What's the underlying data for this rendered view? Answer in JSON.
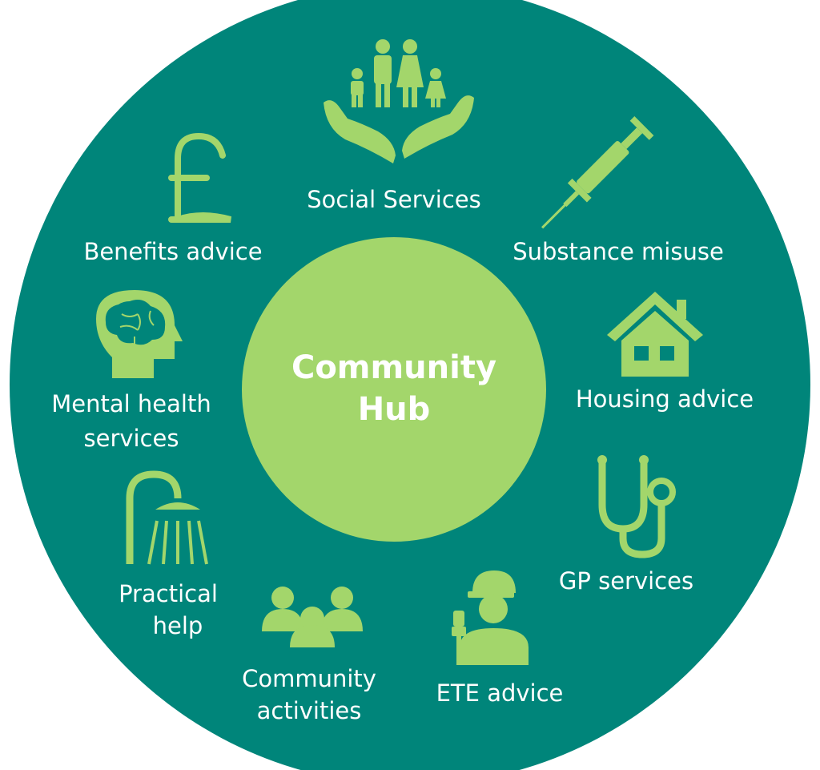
{
  "colors": {
    "outer_circle": "#00857a",
    "center_circle": "#a3d66b",
    "icon": "#a3d66b",
    "label": "#ffffff",
    "center_text": "#ffffff"
  },
  "center": {
    "line1": "Community",
    "line2": "Hub"
  },
  "services": {
    "social_services": {
      "label": "Social Services",
      "icon": "family-in-hands-icon"
    },
    "substance_misuse": {
      "label": "Substance misuse",
      "icon": "syringe-icon"
    },
    "housing_advice": {
      "label": "Housing advice",
      "icon": "house-icon"
    },
    "gp_services": {
      "label": "GP services",
      "icon": "stethoscope-icon"
    },
    "ete_advice": {
      "label": "ETE advice",
      "icon": "worker-icon"
    },
    "community_activities": {
      "line1": "Community",
      "line2": "activities",
      "icon": "group-icon"
    },
    "practical_help": {
      "line1": "Practical",
      "line2": "help",
      "icon": "shower-icon"
    },
    "mental_health": {
      "line1": "Mental health",
      "line2": "services",
      "icon": "brain-head-icon"
    },
    "benefits_advice": {
      "label": "Benefits advice",
      "icon": "pound-icon"
    }
  }
}
